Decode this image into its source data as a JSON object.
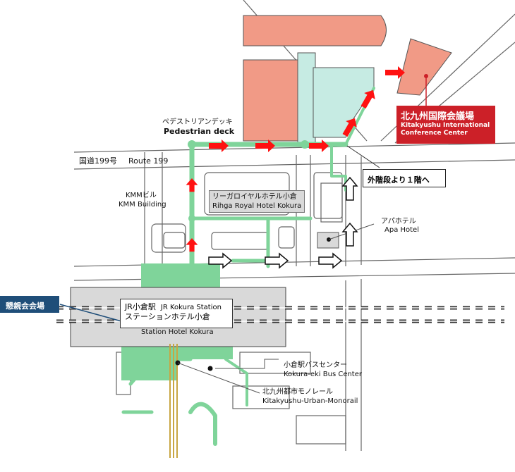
{
  "colors": {
    "walkway": "#7fd49a",
    "building_red": "#f19a86",
    "building_teal": "#c6ebe3",
    "road_fill": "#ffffff",
    "road_line": "#666666",
    "station_fill": "#d9d9d9",
    "arrow_red": "#ff1111",
    "label_red": "#cc2028",
    "label_navy": "#1f4e79"
  },
  "labels": {
    "pedestrian_deck_jp": "ペデストリアンデッキ",
    "pedestrian_deck_en": "Pedestrian deck",
    "route_jp": "国道199号",
    "route_en": "Route 199",
    "kmm_jp": "KMMビル",
    "kmm_en": "KMM Building",
    "rihga_jp": "リーガロイヤルホテル小倉",
    "rihga_en": "Rihga Royal Hotel Kokura",
    "apa_jp": "アパホテル",
    "apa_en": "Apa Hotel",
    "conference_jp": "北九州国際会議場",
    "conference_en_1": "Kitakyushu International",
    "conference_en_2": "Conference Center",
    "exit_stairs": "外階段より１階へ",
    "reception_venue": "懇親会会場",
    "station_jp": "JR小倉駅",
    "station_en": "JR Kokura Station",
    "station_hotel_jp": "ステーションホテル小倉",
    "station_hotel_en": "Station Hotel Kokura",
    "bus_center_jp": "小倉駅バスセンター",
    "bus_center_en": "Kokura-eki Bus Center",
    "monorail_jp": "北九州都市モノレール",
    "monorail_en": "Kitakyushu-Urban-Monorail"
  }
}
